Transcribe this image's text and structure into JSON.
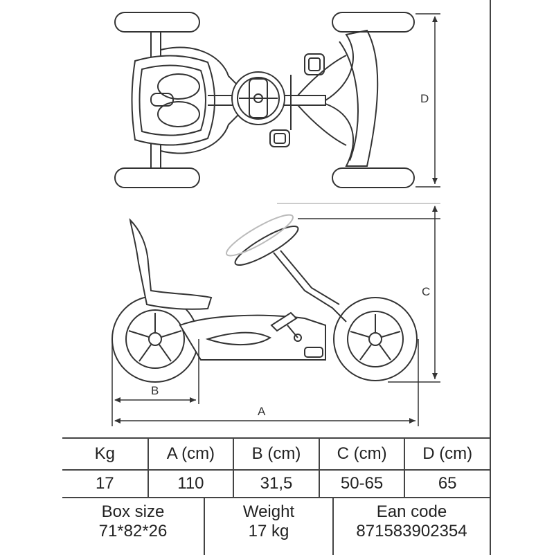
{
  "dimension_labels": {
    "a": "A",
    "b": "B",
    "c": "C",
    "d": "D"
  },
  "specs_table": {
    "headers": [
      "Kg",
      "A (cm)",
      "B (cm)",
      "C (cm)",
      "D (cm)"
    ],
    "values": [
      "17",
      "110",
      "31,5",
      "50-65",
      "65"
    ]
  },
  "bottom_info": {
    "box_size_label": "Box size",
    "box_size_value": "71*82*26",
    "weight_label": "Weight",
    "weight_value": "17 kg",
    "ean_label": "Ean code",
    "ean_value": "871583902354"
  },
  "colors": {
    "line": "#333333",
    "light_line": "#bbbbbb",
    "border": "#444444"
  }
}
